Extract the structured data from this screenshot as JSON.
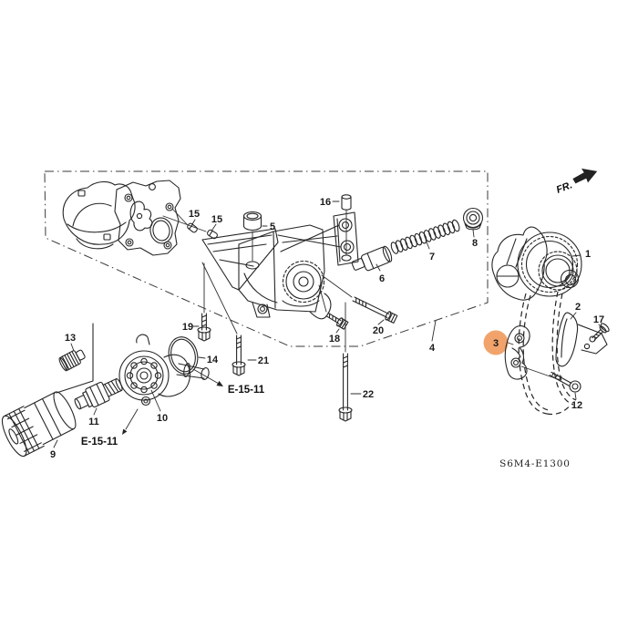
{
  "diagram": {
    "code": "S6M4-E1300",
    "orientation_label": "FR.",
    "highlight_color": "#F2A36B",
    "line_color": "#262626",
    "background": "#FFFFFF",
    "highlighted_callout": "3"
  },
  "callouts": [
    {
      "id": "c1",
      "label": "1"
    },
    {
      "id": "c2",
      "label": "2"
    },
    {
      "id": "c3",
      "label": "3"
    },
    {
      "id": "c4",
      "label": "4"
    },
    {
      "id": "c5",
      "label": "5"
    },
    {
      "id": "c6",
      "label": "6"
    },
    {
      "id": "c7",
      "label": "7"
    },
    {
      "id": "c8",
      "label": "8"
    },
    {
      "id": "c9",
      "label": "9"
    },
    {
      "id": "c10",
      "label": "10"
    },
    {
      "id": "c11",
      "label": "11"
    },
    {
      "id": "c12",
      "label": "12"
    },
    {
      "id": "c13",
      "label": "13"
    },
    {
      "id": "c14",
      "label": "14"
    },
    {
      "id": "c15a",
      "label": "15"
    },
    {
      "id": "c15b",
      "label": "15"
    },
    {
      "id": "c16",
      "label": "16"
    },
    {
      "id": "c17",
      "label": "17"
    },
    {
      "id": "c18",
      "label": "18"
    },
    {
      "id": "c19",
      "label": "19"
    },
    {
      "id": "c20",
      "label": "20"
    },
    {
      "id": "c21",
      "label": "21"
    },
    {
      "id": "c22",
      "label": "22"
    }
  ],
  "cross_references": [
    {
      "label": "E-15-11"
    },
    {
      "label": "E-15-11"
    }
  ]
}
